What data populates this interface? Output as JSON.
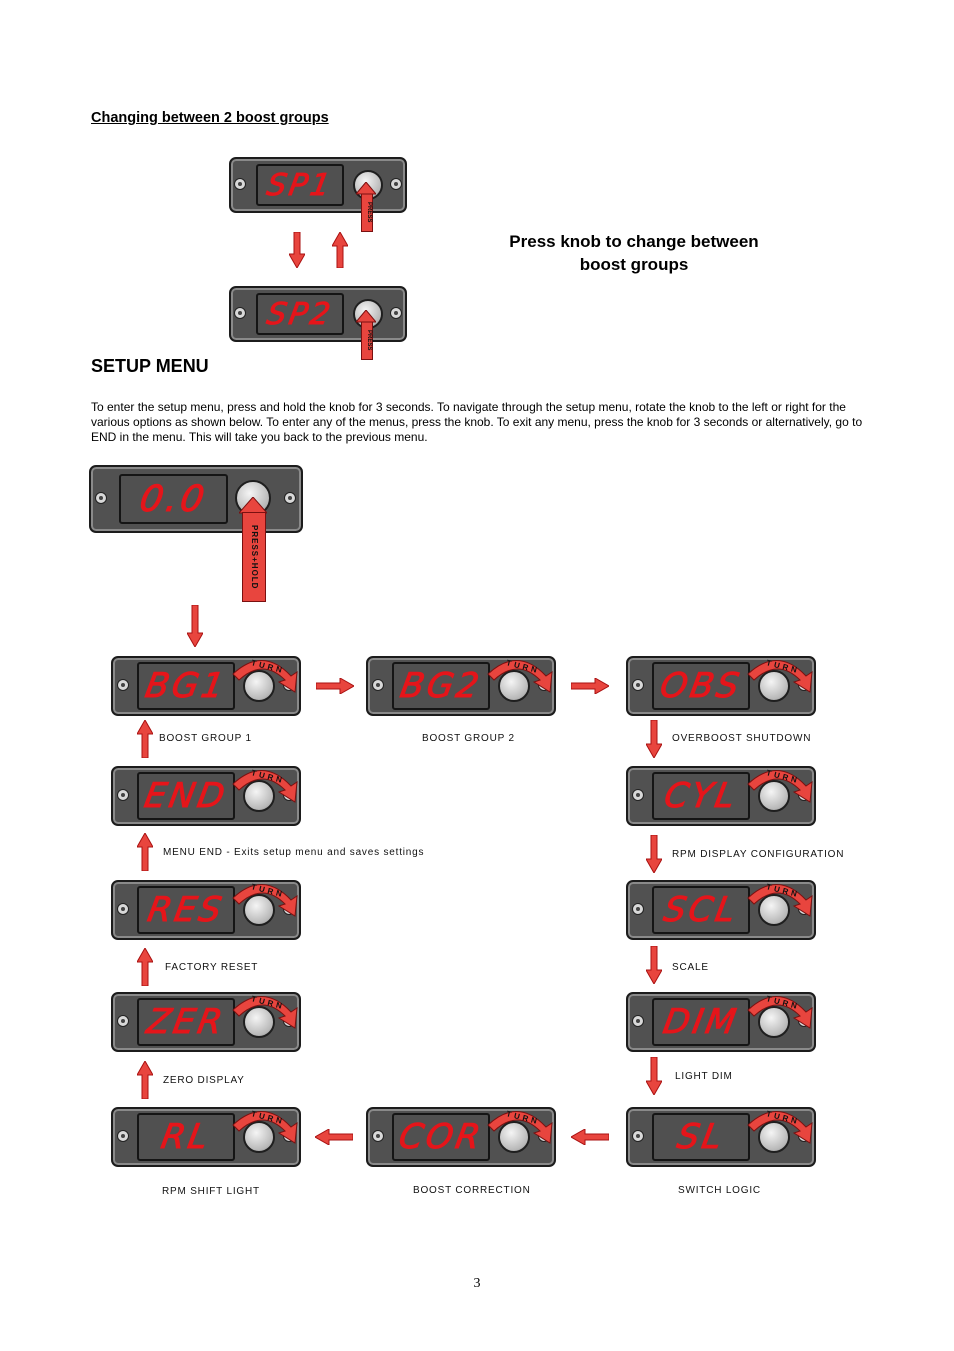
{
  "heading": "Changing between 2 boost groups",
  "press_note_line1": "Press knob to change between",
  "press_note_line2": "boost groups",
  "setup_title": "SETUP MENU",
  "intro": "To enter the setup menu, press and hold the knob for 3 seconds. To navigate through the setup menu, rotate the knob to the left or right for the various options as shown below. To enter any of the menus, press the knob. To exit any menu, press the knob for 3 seconds or alternatively, go to END in the menu. This will take you back to the previous menu.",
  "press_label": "PRESS",
  "press_hold_label": "PRESS+HOLD",
  "turn_label": "TURN",
  "displays": {
    "sp1": "SP1",
    "sp2": "SP2",
    "start": "0.0",
    "bg1": "BG1",
    "bg2": "BG2",
    "obs": "OBS",
    "cyl": "CYL",
    "scl": "SCL",
    "dim": "DIM",
    "sl": "SL",
    "cor": "COR",
    "rl": "RL",
    "zer": "ZER",
    "res": "RES",
    "end": "END"
  },
  "captions": {
    "bg1": "BOOST GROUP 1",
    "bg2": "BOOST GROUP 2",
    "obs": "OVERBOOST SHUTDOWN",
    "cyl": "RPM DISPLAY CONFIGURATION",
    "scl": "SCALE",
    "dim": "LIGHT DIM",
    "sl": "SWITCH LOGIC",
    "cor": "BOOST CORRECTION",
    "rl": "RPM SHIFT LIGHT",
    "zer": "ZERO DISPLAY",
    "res": "FACTORY RESET",
    "end": "MENU END - Exits setup menu and saves settings"
  },
  "page_number": "3",
  "colors": {
    "segment_red": "#e5151a",
    "arrow_red": "#e8453e",
    "panel_gray": "#515151"
  }
}
